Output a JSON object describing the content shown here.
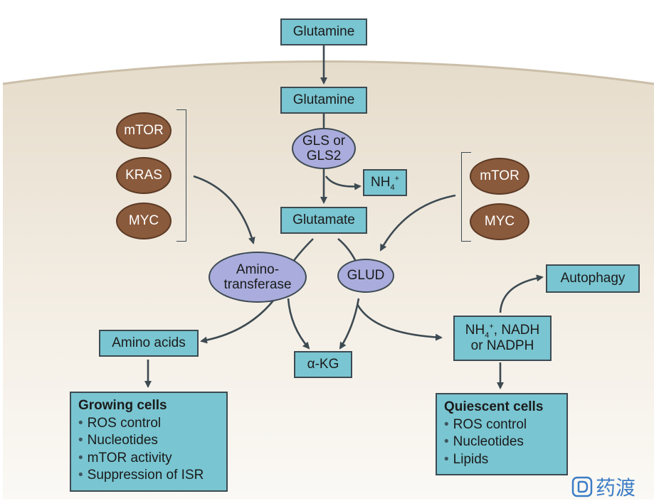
{
  "nodes": {
    "glutamine_outer": "Glutamine",
    "glutamine_inner": "Glutamine",
    "gls_line1": "GLS or",
    "gls_line2": "GLS2",
    "nh4_top": "NH",
    "nh4_top_sub": "4",
    "nh4_top_sup": "+",
    "glutamate": "Glutamate",
    "aminotransferase_line1": "Amino-",
    "aminotransferase_line2": "transferase",
    "glud": "GLUD",
    "amino_acids": "Amino acids",
    "akg": "α-KG",
    "nh4_nadh_prefix": "NH",
    "nh4_nadh_sub": "4",
    "nh4_nadh_sup": "+",
    "nh4_nadh_rest": ", NADH",
    "nh4_nadh_line2": "or NADPH",
    "autophagy": "Autophagy"
  },
  "left_regulators": [
    "mTOR",
    "KRAS",
    "MYC"
  ],
  "right_regulators": [
    "mTOR",
    "MYC"
  ],
  "growing_cells": {
    "title": "Growing cells",
    "items": [
      "ROS control",
      "Nucleotides",
      "mTOR activity",
      "Suppression of ISR"
    ]
  },
  "quiescent_cells": {
    "title": "Quiescent cells",
    "items": [
      "ROS control",
      "Nucleotides",
      "Lipids"
    ]
  },
  "watermark": "药渡",
  "colors": {
    "box_fill": "#79c5d1",
    "enzyme_fill": "#a9acdc",
    "regulator_fill": "#8a5a3c",
    "cell_fill_top": "#ebe3d4",
    "arrow": "#3d4a52",
    "watermark": "#3b7cc5"
  }
}
